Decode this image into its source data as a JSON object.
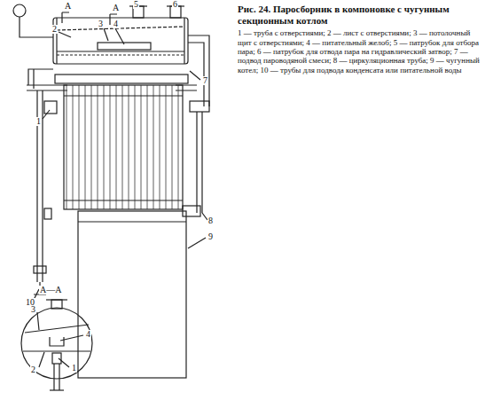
{
  "diagram": {
    "caption": "Рис. 24. Паросборник в компоновке с чугунным секционным котлом",
    "labels": [
      "А",
      "А",
      "2",
      "3",
      "4",
      "5",
      "6",
      "7",
      "1",
      "8",
      "9",
      "10",
      "А—А",
      "3",
      "4",
      "2",
      "1",
      "1 — труба с отверстиями; 2 — лист с отверстиями; 3 — потолочный щит с отверстиями; 4 — питательный желоб; 5 — патрубок для отбора пара; 6 — патрубок для отвода пара на гидравлический затвор; 7 — подвод пароводяной смеси; 8 — циркуляционная труба; 9 — чугунный котел; 10 — трубы для подвода конденсата или питательной воды"
    ]
  }
}
